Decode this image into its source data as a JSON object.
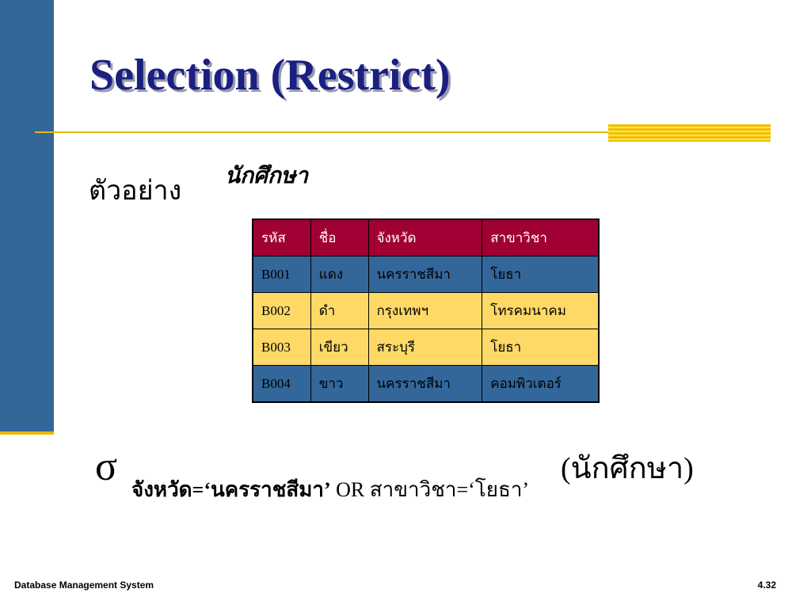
{
  "slide": {
    "title": "Selection (Restrict)",
    "example_label": "ตัวอย่าง",
    "table_caption": "นักศึกษา"
  },
  "table": {
    "headers": [
      "รหัส",
      "ชื่อ",
      "จังหวัด",
      "สาขาวิชา"
    ],
    "rows": [
      [
        "B001",
        "แดง",
        "นครราชสีมา",
        "โยธา"
      ],
      [
        "B002",
        "ดำ",
        "กรุงเทพฯ",
        "โทรคมนาคม"
      ],
      [
        "B003",
        "เขียว",
        "สระบุรี",
        "โยธา"
      ],
      [
        "B004",
        "ขาว",
        "นครราชสีมา",
        "คอมพิวเตอร์"
      ]
    ]
  },
  "expression": {
    "sigma": "σ",
    "condition_bold": "จังหวัด=‘นครราชสีมา’",
    "condition_rest": " OR สาขาวิชา=‘โยธา’",
    "relation": "(นักศึกษา)"
  },
  "footer": {
    "left": "Database Management System",
    "right": "4.32"
  },
  "colors": {
    "sidebar": "#336699",
    "accent": "#e6b800",
    "title": "#1a1f80",
    "header_row": "#a00033",
    "row_blue": "#336699",
    "row_yellow": "#ffd966"
  }
}
